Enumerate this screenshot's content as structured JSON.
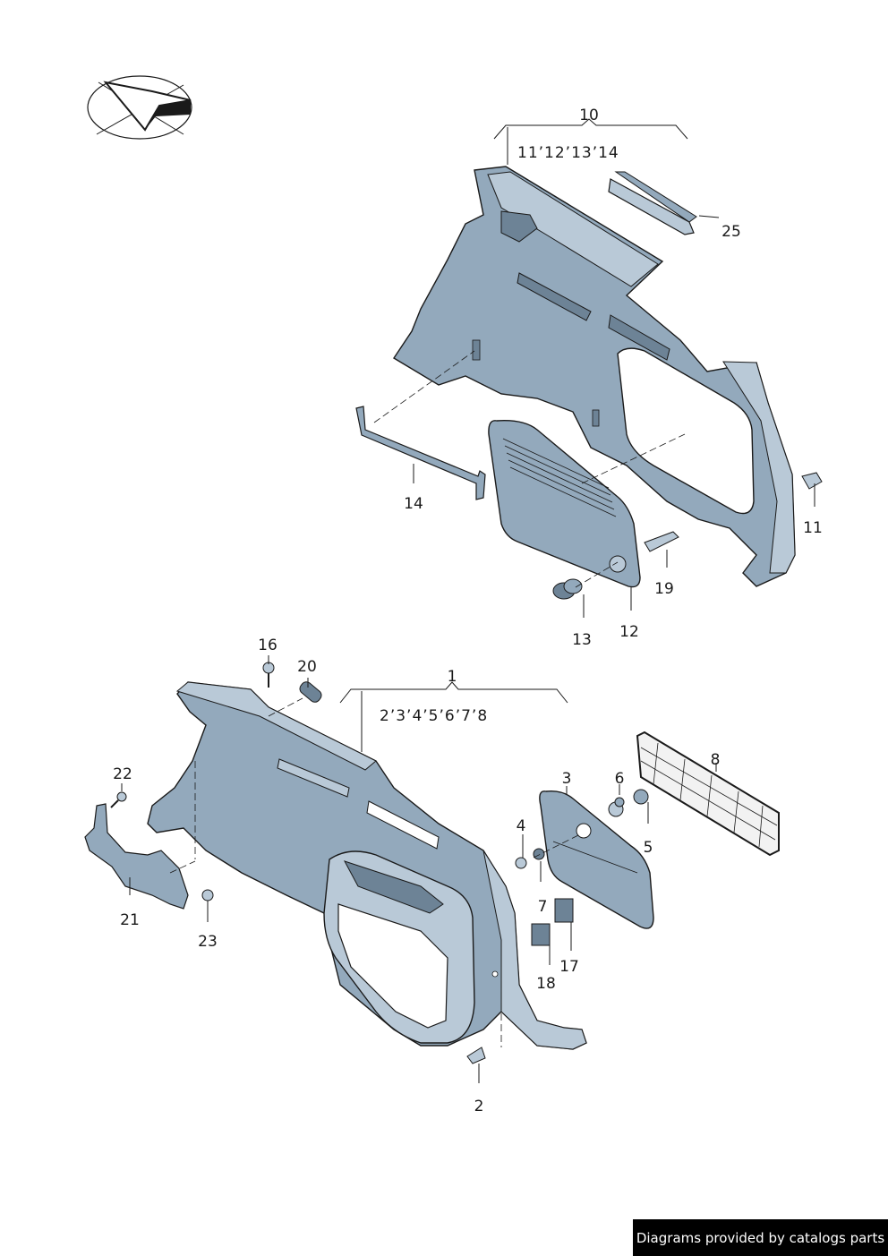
{
  "labels": {
    "p1": "1",
    "p2": "2",
    "p3": "3",
    "p4": "4",
    "p5": "5",
    "p6": "6",
    "p7": "7",
    "p8": "8",
    "p10": "10",
    "p11": "11",
    "p12": "12",
    "p13": "13",
    "p14": "14",
    "p16": "16",
    "p17": "17",
    "p18": "18",
    "p19": "19",
    "p20": "20",
    "p21": "21",
    "p22": "22",
    "p23": "23",
    "p25": "25"
  },
  "groups": {
    "group1_items": "2’3’4’5’6’7’8",
    "group10_items": "11’12’13’14"
  },
  "credit": "Diagrams provided by catalogs parts",
  "colors": {
    "part_fill": "#93a9bc",
    "part_light": "#b9c9d7",
    "part_dark": "#6d8396",
    "line": "#1a1a1a",
    "credit_bg": "#000000"
  },
  "icons": {
    "logo": "direction-arrow-logo"
  }
}
